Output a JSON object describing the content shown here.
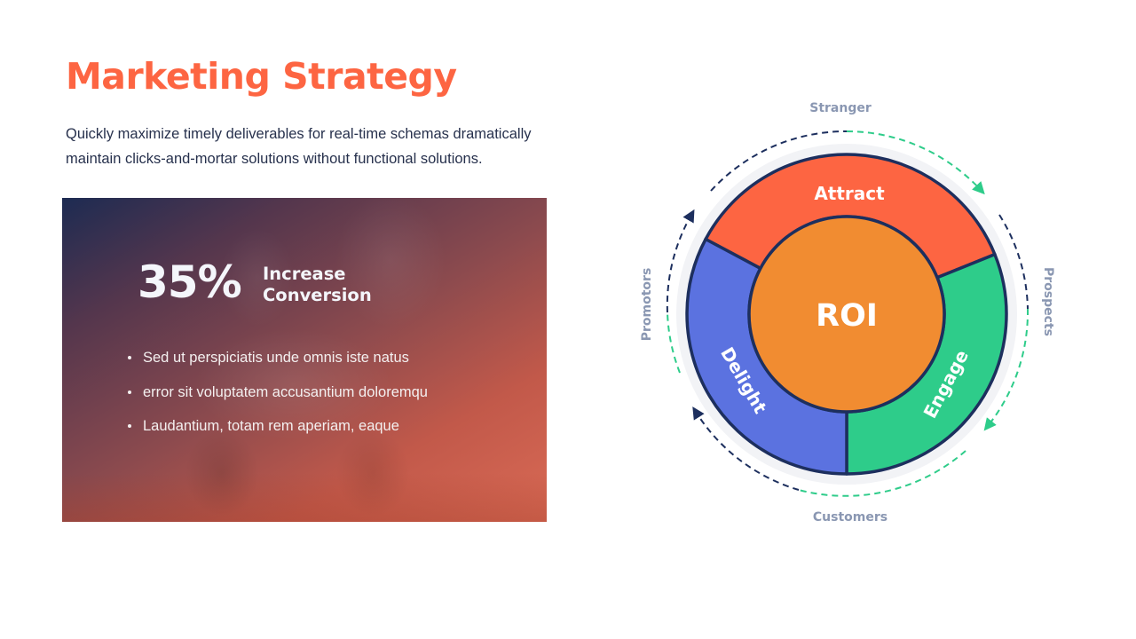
{
  "header": {
    "title": "Marketing Strategy",
    "subtitle": "Quickly maximize timely deliverables for real-time schemas dramatically maintain clicks-and-mortar solutions without functional solutions."
  },
  "card": {
    "stat_value": "35%",
    "stat_label_line1": "Increase",
    "stat_label_line2": "Conversion",
    "bullets": [
      "Sed ut perspiciatis unde omnis iste natus",
      "error sit voluptatem accusantium doloremqu",
      "Laudantium, totam rem aperiam, eaque"
    ]
  },
  "diagram": {
    "center_label": "ROI",
    "segments": [
      {
        "label": "Attract",
        "color": "#fd6542"
      },
      {
        "label": "Engage",
        "color": "#2ecc8a"
      },
      {
        "label": "Delight",
        "color": "#5b72e0"
      }
    ],
    "stages": {
      "top": "Stranger",
      "right": "Prospects",
      "bottom": "Customers",
      "left": "Promotors"
    },
    "colors": {
      "center": "#f18c31",
      "outline": "#1d2f5e",
      "halo": "#f2f3f6",
      "arrow_green": "#2ecc8a",
      "arrow_navy": "#1d2f5e",
      "stage_text": "#8a97b2"
    }
  },
  "colors": {
    "title": "#fd6542",
    "body_text": "#27314d"
  }
}
